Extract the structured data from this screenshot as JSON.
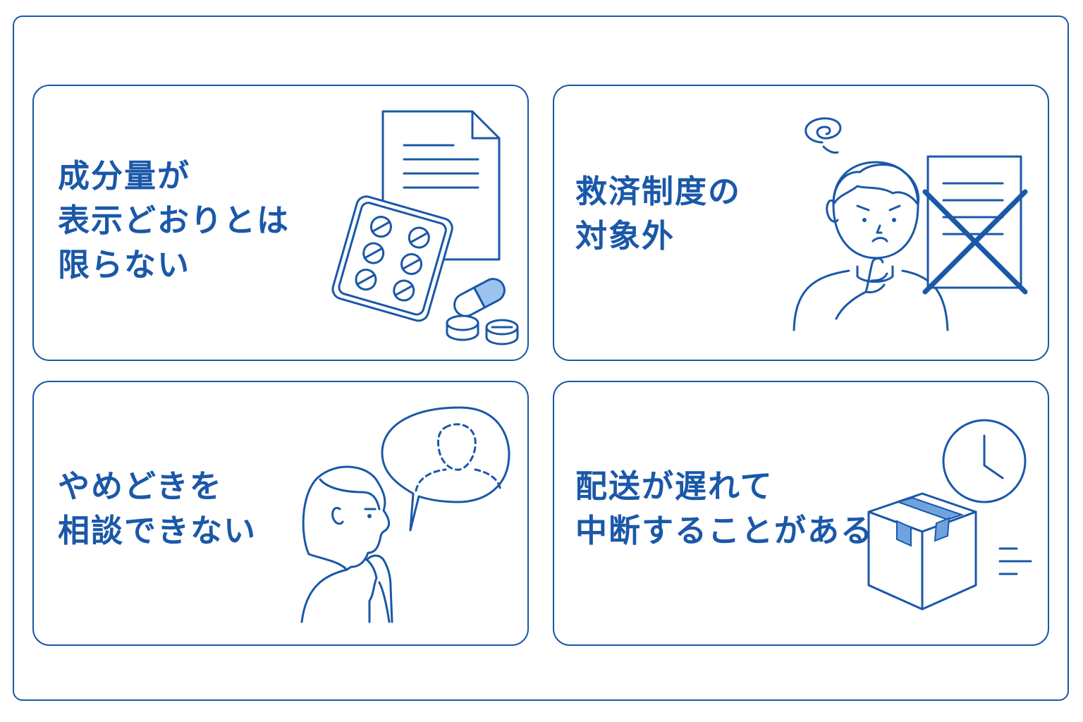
{
  "cards": [
    {
      "id": "ingredient",
      "lines": [
        "成分量が",
        "表示どおりとは",
        "限らない"
      ],
      "icon": "document-and-pills-icon"
    },
    {
      "id": "relief",
      "lines": [
        "救済制度の",
        "対象外"
      ],
      "icon": "confused-man-crossed-document-icon"
    },
    {
      "id": "consult",
      "lines": [
        "やめどきを",
        "相談できない"
      ],
      "icon": "thinking-woman-speech-bubble-icon"
    },
    {
      "id": "delivery",
      "lines": [
        "配送が遅れて",
        "中断することがある"
      ],
      "icon": "package-clock-icon"
    }
  ],
  "colors": {
    "primary": "#1a58a8",
    "accent_light": "#9cc3ee",
    "tape": "#6fa3e0",
    "background": "#ffffff"
  }
}
